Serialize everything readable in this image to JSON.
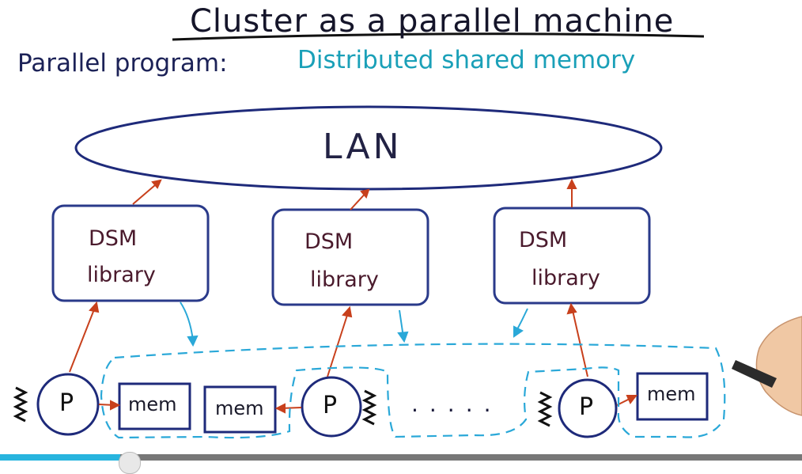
{
  "title": "Cluster as a parallel machine",
  "subtitle_label": "Parallel program:",
  "subtitle_value": "Distributed shared memory",
  "network": {
    "label": "LAN"
  },
  "nodes": [
    {
      "dsm": "DSM",
      "library": "library",
      "processor": "P",
      "mems": [
        "mem",
        "mem"
      ]
    },
    {
      "dsm": "DSM",
      "library": "library",
      "processor": "P"
    },
    {
      "dsm": "DSM",
      "library": "library",
      "processor": "P",
      "mems": [
        "mem"
      ]
    }
  ],
  "ellipsis": ".....",
  "colors": {
    "ink": "#1c2257",
    "accent": "#1aa0b8",
    "arrow": "#c8401c",
    "box": "#2a3a8a",
    "dashed": "#2aa8d8"
  },
  "video": {
    "progress_fraction": 0.15
  }
}
